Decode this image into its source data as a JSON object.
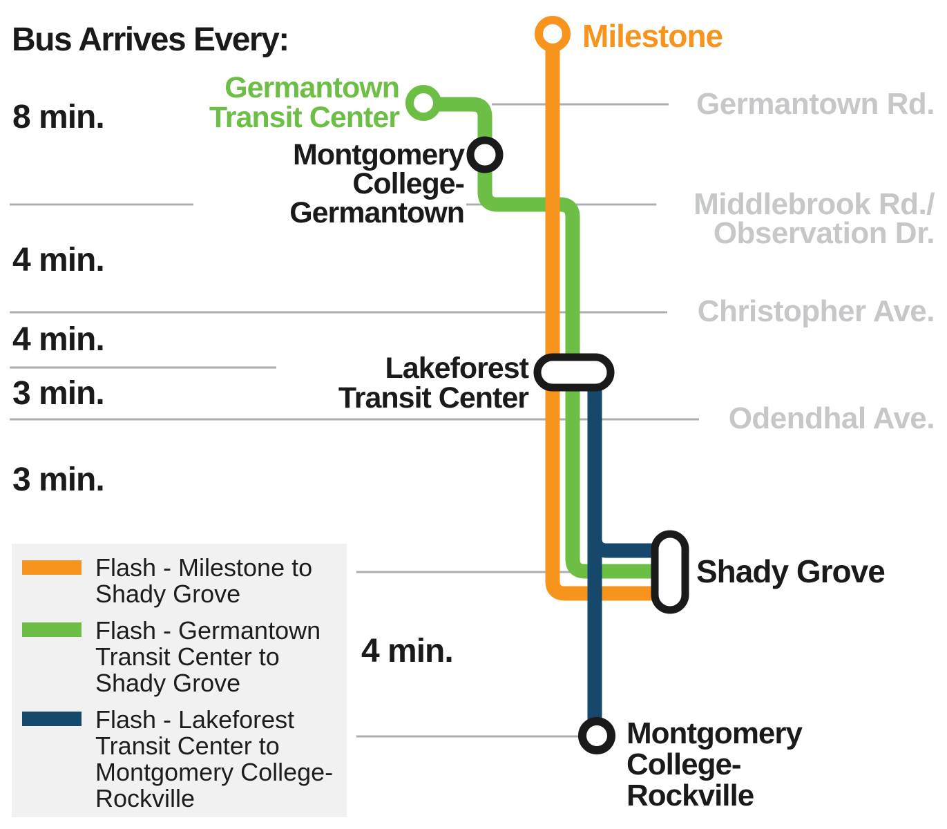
{
  "title": "Bus Arrives Every:",
  "intervals": {
    "top": "8 min.",
    "second": "4 min.",
    "third": "4 min.",
    "fourth": "3 min.",
    "fifth": "3 min.",
    "bottom": "4 min."
  },
  "stops": {
    "milestone": {
      "label": "Milestone"
    },
    "germantown_tc": {
      "line1": "Germantown",
      "line2": "Transit Center"
    },
    "mc_germantown": {
      "line1": "Montgomery",
      "line2": "College-",
      "line3": "Germantown"
    },
    "lakeforest": {
      "line1": "Lakeforest",
      "line2": "Transit Center"
    },
    "shady_grove": {
      "label": "Shady Grove"
    },
    "mc_rockville": {
      "line1": "Montgomery",
      "line2": "College-",
      "line3": "Rockville"
    }
  },
  "streets": {
    "germantown_rd": {
      "label": "Germantown Rd."
    },
    "middlebrook": {
      "line1": "Middlebrook Rd./",
      "line2": "Observation Dr."
    },
    "christopher": {
      "label": "Christopher Ave."
    },
    "odendhal": {
      "label": "Odendhal Ave."
    }
  },
  "legend": {
    "items": [
      {
        "color": "orange",
        "line1": "Flash - Milestone to",
        "line2": "Shady Grove"
      },
      {
        "color": "green",
        "line1": "Flash - Germantown",
        "line2": "Transit Center to",
        "line3": "Shady Grove"
      },
      {
        "color": "navy",
        "line1": "Flash - Lakeforest",
        "line2": "Transit Center to",
        "line3": "Montgomery College-",
        "line4": "Rockville"
      }
    ]
  },
  "colors": {
    "orange": "#F7941E",
    "green": "#6CBE45",
    "navy": "#15486B",
    "street_line": "#ABADB0",
    "street_text": "#C6C7C9",
    "ink": "#1A1A1A",
    "legend_bg": "#F1F1F2"
  }
}
